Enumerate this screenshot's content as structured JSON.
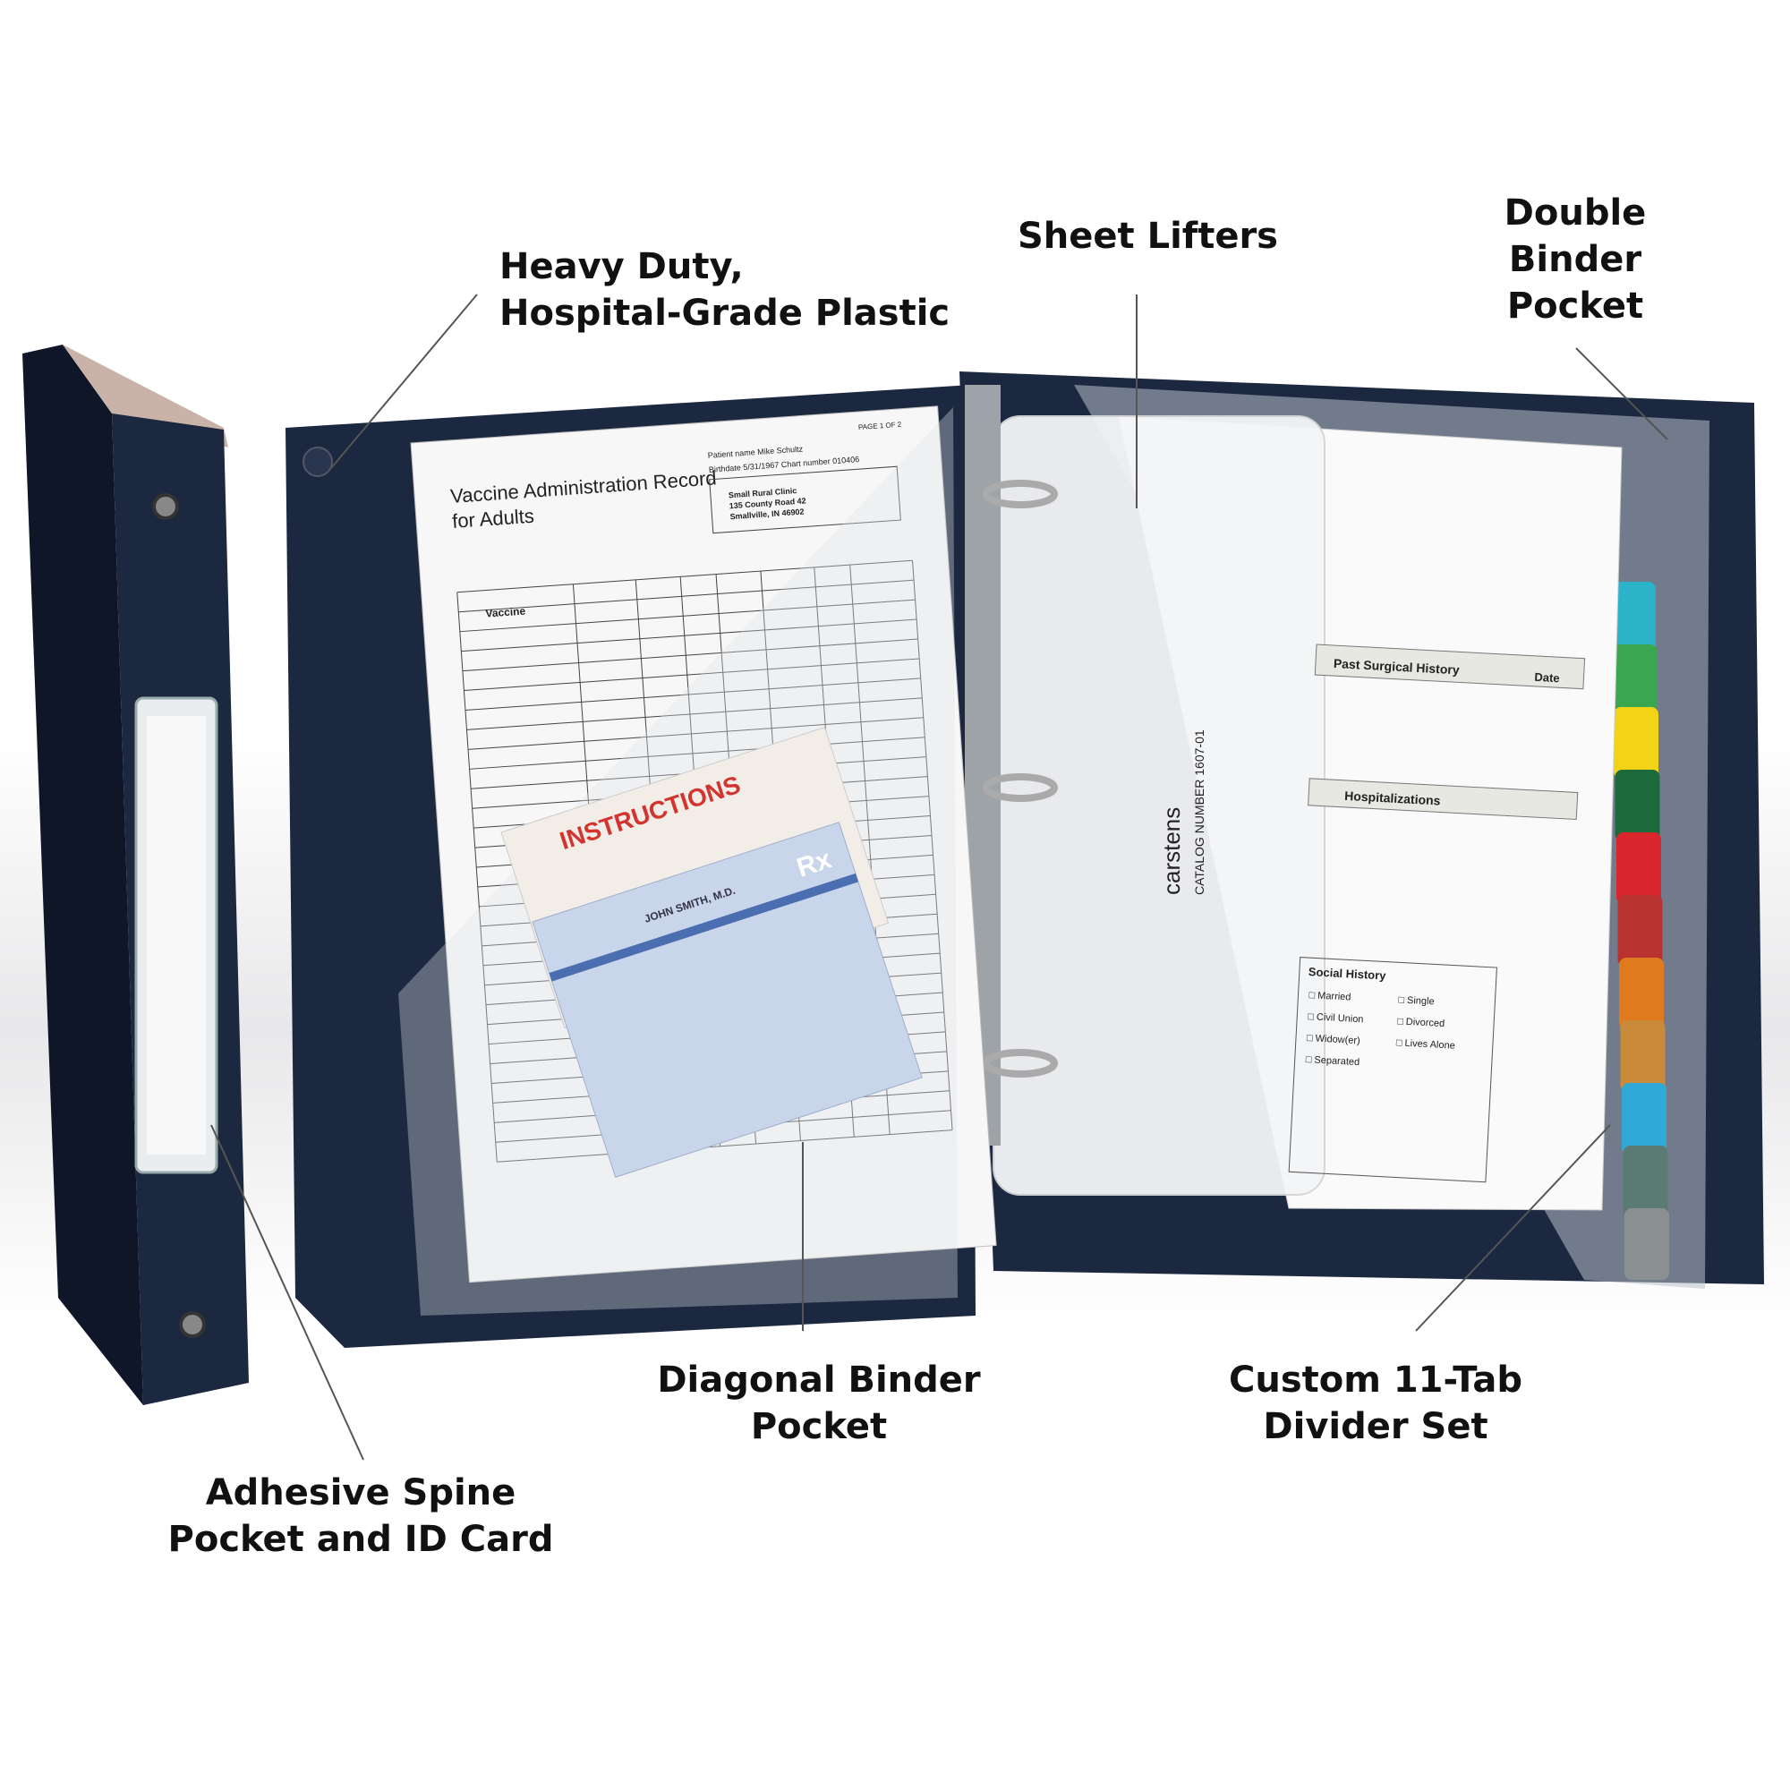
{
  "callouts": {
    "plastic": [
      "Heavy Duty,",
      "Hospital-Grade Plastic"
    ],
    "lifters": [
      "Sheet Lifters"
    ],
    "double_pocket": [
      "Double",
      "Binder",
      "Pocket"
    ],
    "diagonal_pocket": [
      "Diagonal Binder",
      "Pocket"
    ],
    "tabs": [
      "Custom 11-Tab",
      "Divider Set"
    ],
    "spine": [
      "Adhesive Spine",
      "Pocket and ID Card"
    ]
  },
  "documents": {
    "vaccine_title": [
      "Vaccine Administration Record",
      "for Adults"
    ],
    "page_label": "PAGE 1 OF 2",
    "patient_name": "Patient name  Mike Schultz",
    "birthdate": "Birthdate  5/31/1967   Chart number  010406",
    "practice": [
      "Small Rural Clinic",
      "135 County Road 42",
      "Smallville, IN 46902"
    ],
    "column_vaccine": "Vaccine",
    "rx_title": "INSTRUCTIONS",
    "rx_doctor": "JOHN SMITH, M.D.",
    "rx_symbol": "Rx",
    "lifter_brand": "carstens",
    "lifter_catalog": "CATALOG NUMBER 1607-01",
    "past_surgical": "Past Surgical History",
    "hospitalizations": "Hospitalizations",
    "social_history": "Social History",
    "date_label": "Date",
    "social_options": [
      "Married",
      "Single",
      "Civil Union",
      "Divorced",
      "Widow(er)",
      "Lives Alone",
      "Separated"
    ]
  },
  "colors": {
    "binder": "#1c2840",
    "tabs": [
      "#2ab3c9",
      "#3aa650",
      "#f2d316",
      "#1d6b3c",
      "#d8262c",
      "#b8322f",
      "#e07a1f",
      "#c98a3a",
      "#30a9d8",
      "#5c7a74",
      "#8a8f92"
    ]
  }
}
